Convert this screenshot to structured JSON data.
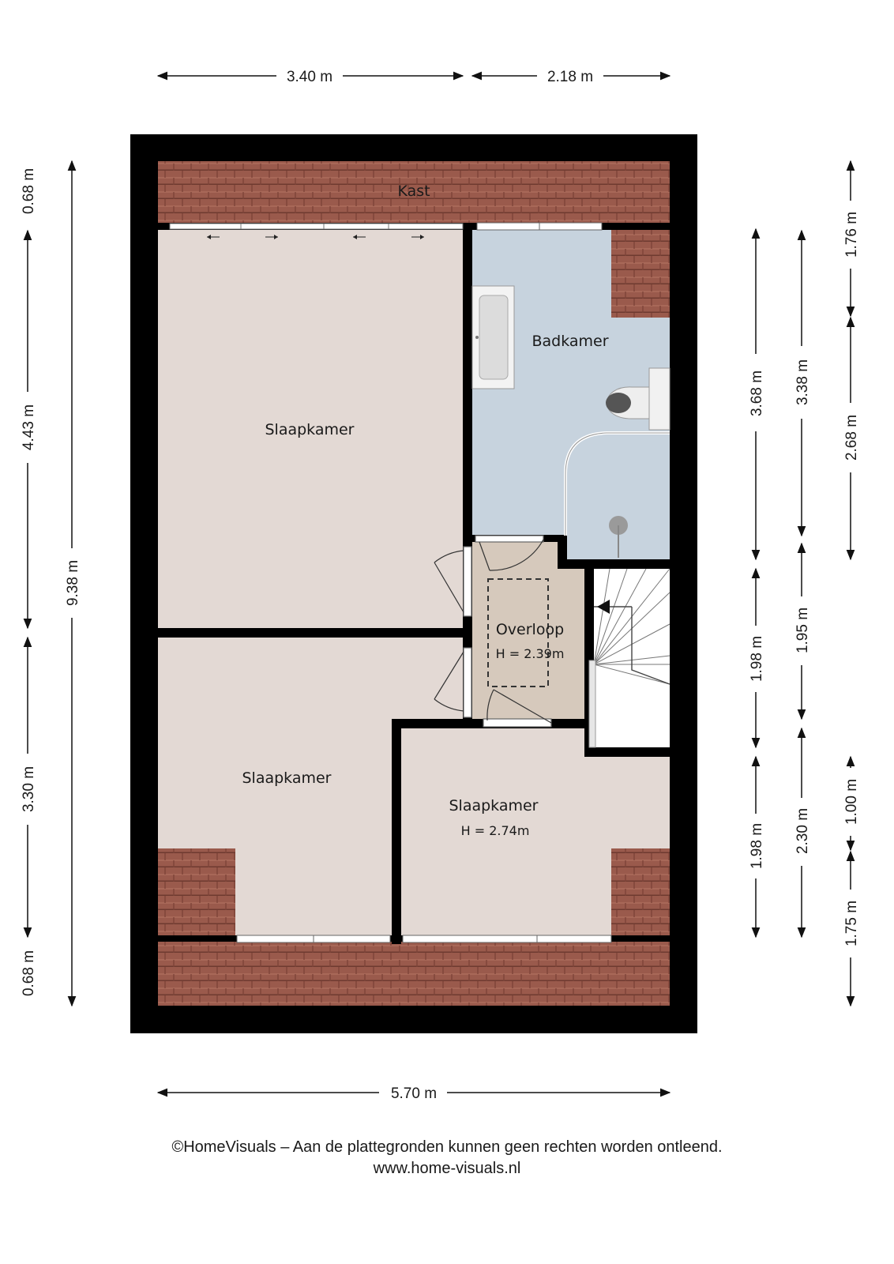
{
  "rooms": {
    "kast": "Kast",
    "badkamer": "Badkamer",
    "slaapkamer_top": "Slaapkamer",
    "overloop": "Overloop",
    "overloop_height": "H = 2.39m",
    "slaapkamer_bottom_left": "Slaapkamer",
    "slaapkamer_bottom_right": "Slaapkamer",
    "slaapkamer_bottom_right_height": "H = 2.74m"
  },
  "dimensions": {
    "top_left": "3.40 m",
    "top_right": "2.18 m",
    "bottom_total": "5.70 m",
    "left_outer_1": "0.68 m",
    "left_outer_2": "4.43 m",
    "left_outer_3": "3.30 m",
    "left_outer_4": "0.68 m",
    "left_total": "9.38 m",
    "right_a_1": "3.68 m",
    "right_a_2": "1.98 m",
    "right_a_3": "1.98 m",
    "right_b_1": "3.38 m",
    "right_b_2": "1.95 m",
    "right_b_3": "2.30 m",
    "right_c_1": "1.76 m",
    "right_c_2": "2.68 m",
    "right_c_3": "1.00 m",
    "right_c_4": "1.75 m"
  },
  "footer": {
    "copyright": "©HomeVisuals – Aan de plattegronden kunnen geen rechten worden ontleend.",
    "website": "www.home-visuals.nl"
  },
  "colors": {
    "wall": "#000000",
    "roof_tile": "#9a5a4c",
    "bedroom_floor": "#e3d9d4",
    "bathroom_floor": "#c7d3de",
    "landing_floor": "#d6c9bc"
  }
}
